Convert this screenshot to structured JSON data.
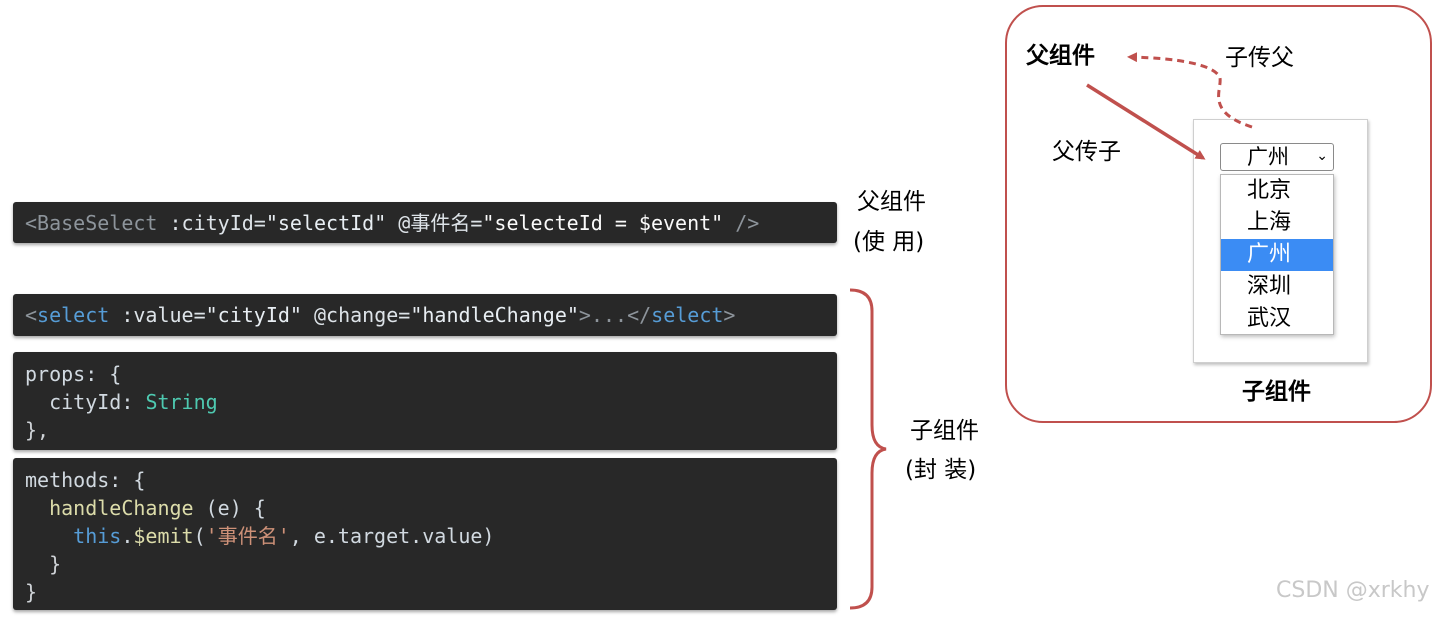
{
  "parent_usage": {
    "code": [
      "<BaseSelect",
      ":cityId=",
      "\"selectId\"",
      "@事件名=",
      "\"selecteId = $event\"",
      "/>"
    ],
    "label_line1": "父组件",
    "label_line2": "(使 用)"
  },
  "child_template": {
    "code": [
      "<",
      "select",
      ":value=",
      "\"cityId\"",
      "@change=",
      "\"handleChange\"",
      ">...</",
      "select",
      ">"
    ]
  },
  "child_props": {
    "line1": [
      "props",
      ": {"
    ],
    "line2": [
      "cityId",
      ": ",
      "String"
    ],
    "line3": "},"
  },
  "child_methods": {
    "line1": [
      "methods",
      ": {"
    ],
    "line2": [
      "handleChange",
      " (e) {"
    ],
    "line3": [
      "this",
      ".",
      "$emit",
      "(",
      "'事件名'",
      ", e.target.value)"
    ],
    "line4": "}",
    "line5": "}"
  },
  "child_label": {
    "line1": "子组件",
    "line2": "(封 装)"
  },
  "panel": {
    "parent_label": "父组件",
    "child_to_parent": "子传父",
    "parent_to_child": "父传子",
    "child_label": "子组件",
    "select_value": "广州",
    "options": [
      {
        "label": "北京",
        "selected": false
      },
      {
        "label": "上海",
        "selected": false
      },
      {
        "label": "广州",
        "selected": true
      },
      {
        "label": "深圳",
        "selected": false
      },
      {
        "label": "武汉",
        "selected": false
      }
    ],
    "accent_color": "#c0504d",
    "selected_color": "#3b8cf4"
  },
  "watermark": "CSDN @xrkhy"
}
